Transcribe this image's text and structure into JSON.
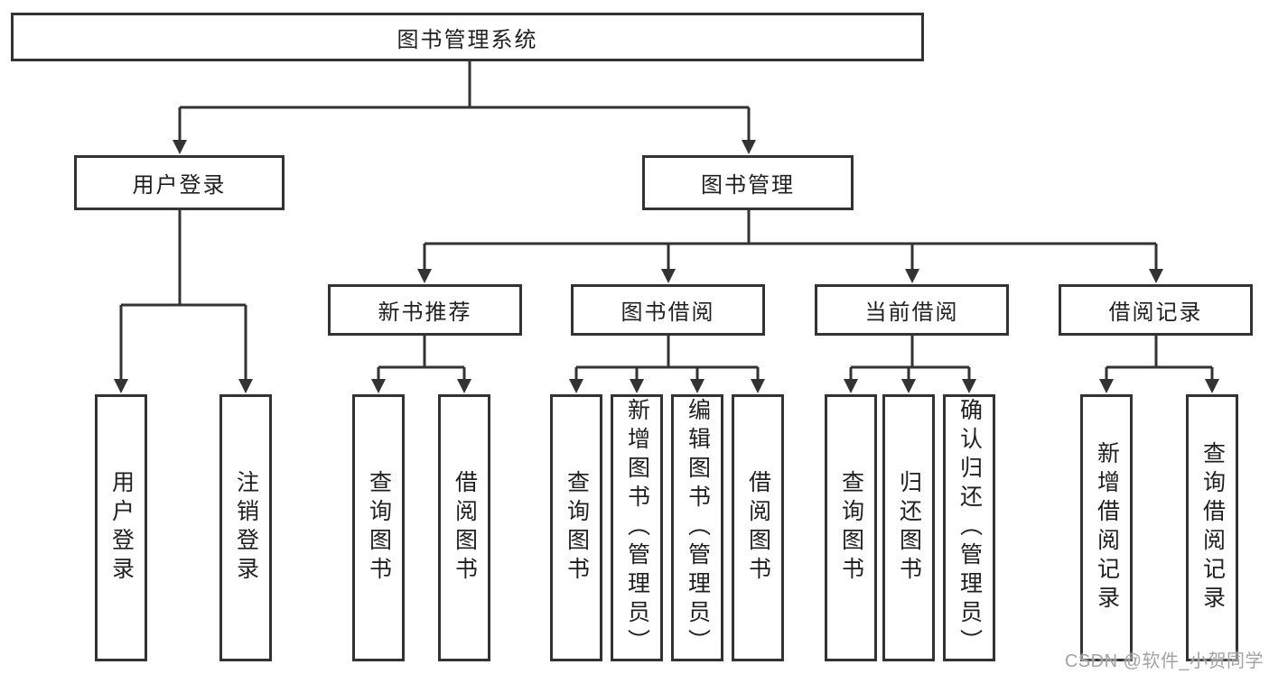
{
  "tree": {
    "label": "图书管理系统",
    "children": [
      {
        "label": "用户登录",
        "children": [
          {
            "label": "用户登录"
          },
          {
            "label": "注销登录"
          }
        ]
      },
      {
        "label": "图书管理",
        "children": [
          {
            "label": "新书推荐",
            "children": [
              {
                "label": "查询图书"
              },
              {
                "label": "借阅图书"
              }
            ]
          },
          {
            "label": "图书借阅",
            "children": [
              {
                "label": "查询图书"
              },
              {
                "label": "新增图书（管理员）"
              },
              {
                "label": "编辑图书（管理员）"
              },
              {
                "label": "借阅图书"
              }
            ]
          },
          {
            "label": "当前借阅",
            "children": [
              {
                "label": "查询图书"
              },
              {
                "label": "归还图书"
              },
              {
                "label": "确认归还（管理员）"
              }
            ]
          },
          {
            "label": "借阅记录",
            "children": [
              {
                "label": "新增借阅记录"
              },
              {
                "label": "查询借阅记录"
              }
            ]
          }
        ]
      }
    ]
  },
  "watermark": {
    "text": "CSDN @软件_小贺同学"
  },
  "colors": {
    "line": "#333333",
    "box_border": "#333333",
    "text": "#1f1f1f",
    "watermark": "#a3a3a3",
    "background": "#ffffff"
  }
}
